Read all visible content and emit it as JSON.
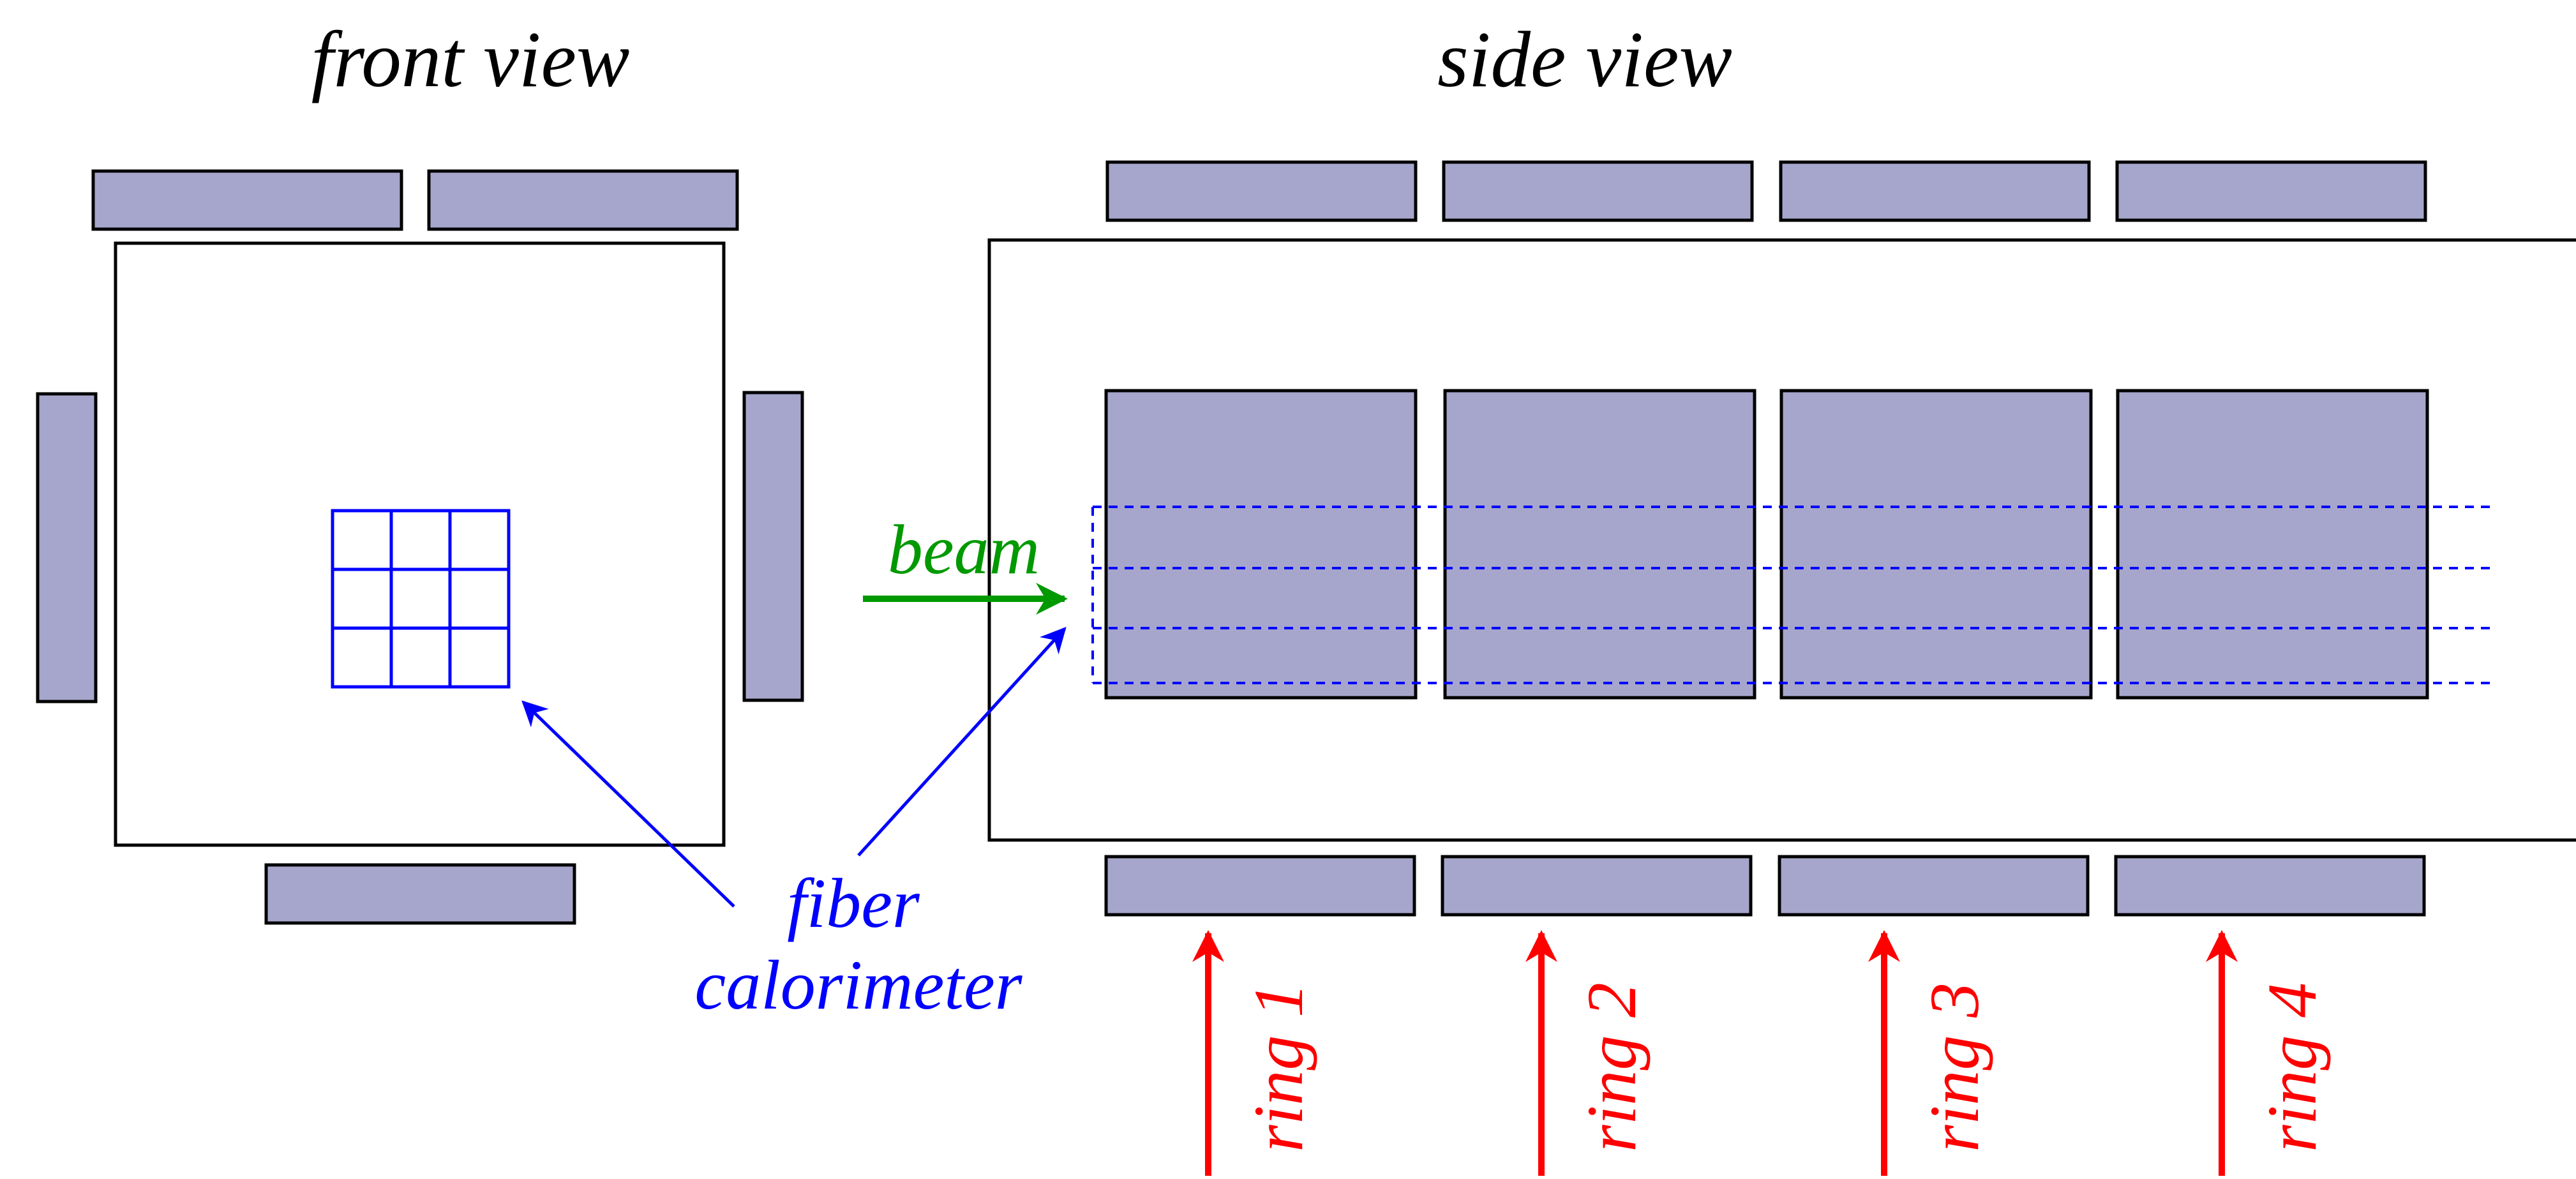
{
  "titles": {
    "front": "front view",
    "side": "side view"
  },
  "labels": {
    "fiber": "fiber",
    "calorimeter": "calorimeter",
    "beam": "beam"
  },
  "rings": [
    "ring 1",
    "ring 2",
    "ring 3",
    "ring 4"
  ],
  "colors": {
    "block_fill": "#a6a6cc",
    "outline": "#000000",
    "blue": "#0000ff",
    "green": "#009900",
    "red": "#ff0000"
  }
}
